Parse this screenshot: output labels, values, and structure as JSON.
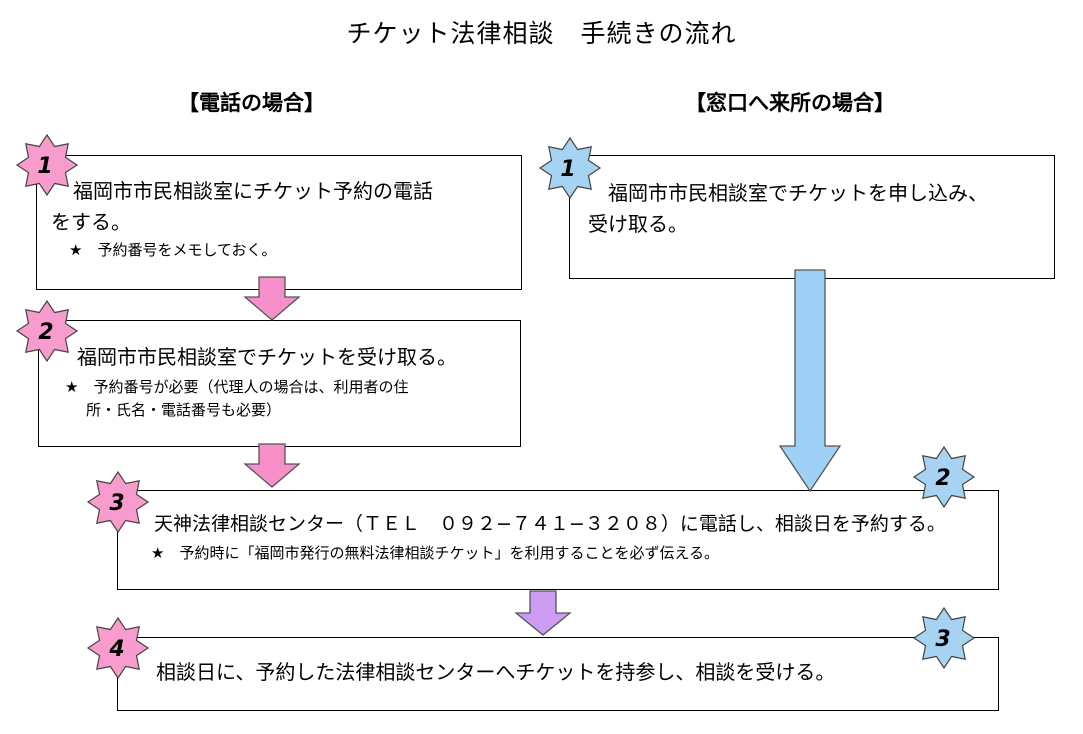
{
  "title": "チケット法律相談　手続きの流れ",
  "phone": {
    "heading": "【電話の場合】",
    "step1": {
      "number": "1",
      "main_1": "福岡市市民相談室にチケット予約の電話",
      "main_2": "をする。",
      "note": "★　予約番号をメモしておく。"
    },
    "step2": {
      "number": "2",
      "main": "福岡市市民相談室でチケットを受け取る。",
      "note_1": "★　予約番号が必要（代理人の場合は、利用者の住",
      "note_2": "所・氏名・電話番号も必要）"
    }
  },
  "walkin": {
    "heading": "【窓口へ来所の場合】",
    "step1": {
      "number": "1",
      "main_1": "福岡市市民相談室でチケットを申し込み、",
      "main_2": "受け取る。"
    },
    "step2_number": "2",
    "step3_number": "3"
  },
  "common": {
    "step3": {
      "number": "3",
      "main": "天神法律相談センター（ＴＥＬ　０９２−７４１−３２０８）に電話し、相談日を予約する。",
      "note": "★　予約時に「福岡市発行の無料法律相談チケット」を利用することを必ず伝える。"
    },
    "step4": {
      "number": "4",
      "main": "相談日に、予約した法律相談センターへチケットを持参し、相談を受ける。"
    }
  },
  "colors": {
    "pink_star": "#f79ccc",
    "blue_star": "#a7d3f3",
    "pink_arrow": "#f790c8",
    "blue_arrow": "#9fd0f5",
    "purple_arrow": "#cc9cf2"
  }
}
